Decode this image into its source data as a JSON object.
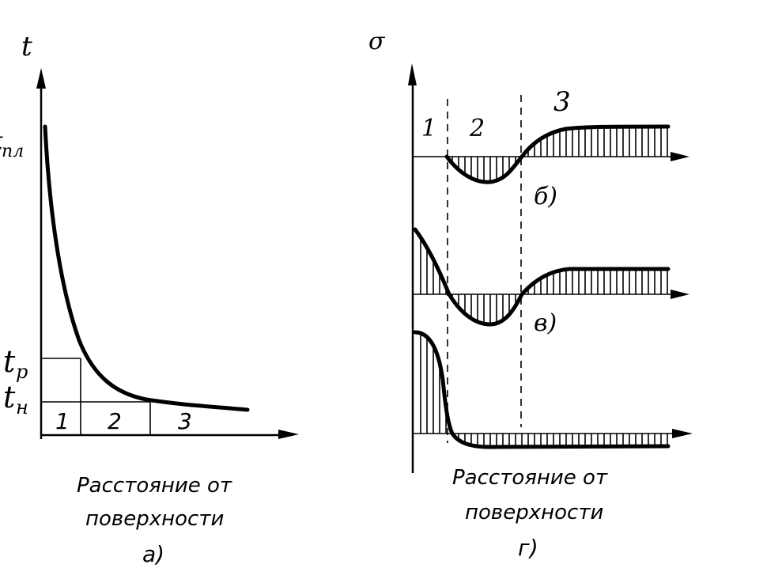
{
  "panel_a": {
    "y_axis_label": "t",
    "t_pl": "t",
    "t_pl_sub": "пл",
    "t_p": "t",
    "t_p_sub": "р",
    "t_n": "t",
    "t_n_sub": "н",
    "zones": [
      "1",
      "2",
      "3"
    ],
    "x_label_line1": "Расстояние от",
    "x_label_line2": "поверхности",
    "caption": "а)"
  },
  "panel_g": {
    "y_axis_label": "σ",
    "zones": [
      "1",
      "2",
      "3"
    ],
    "curve_labels": [
      "б)",
      "в)"
    ],
    "x_label_line1": "Расстояние от",
    "x_label_line2": "поверхности",
    "caption": "г)"
  }
}
